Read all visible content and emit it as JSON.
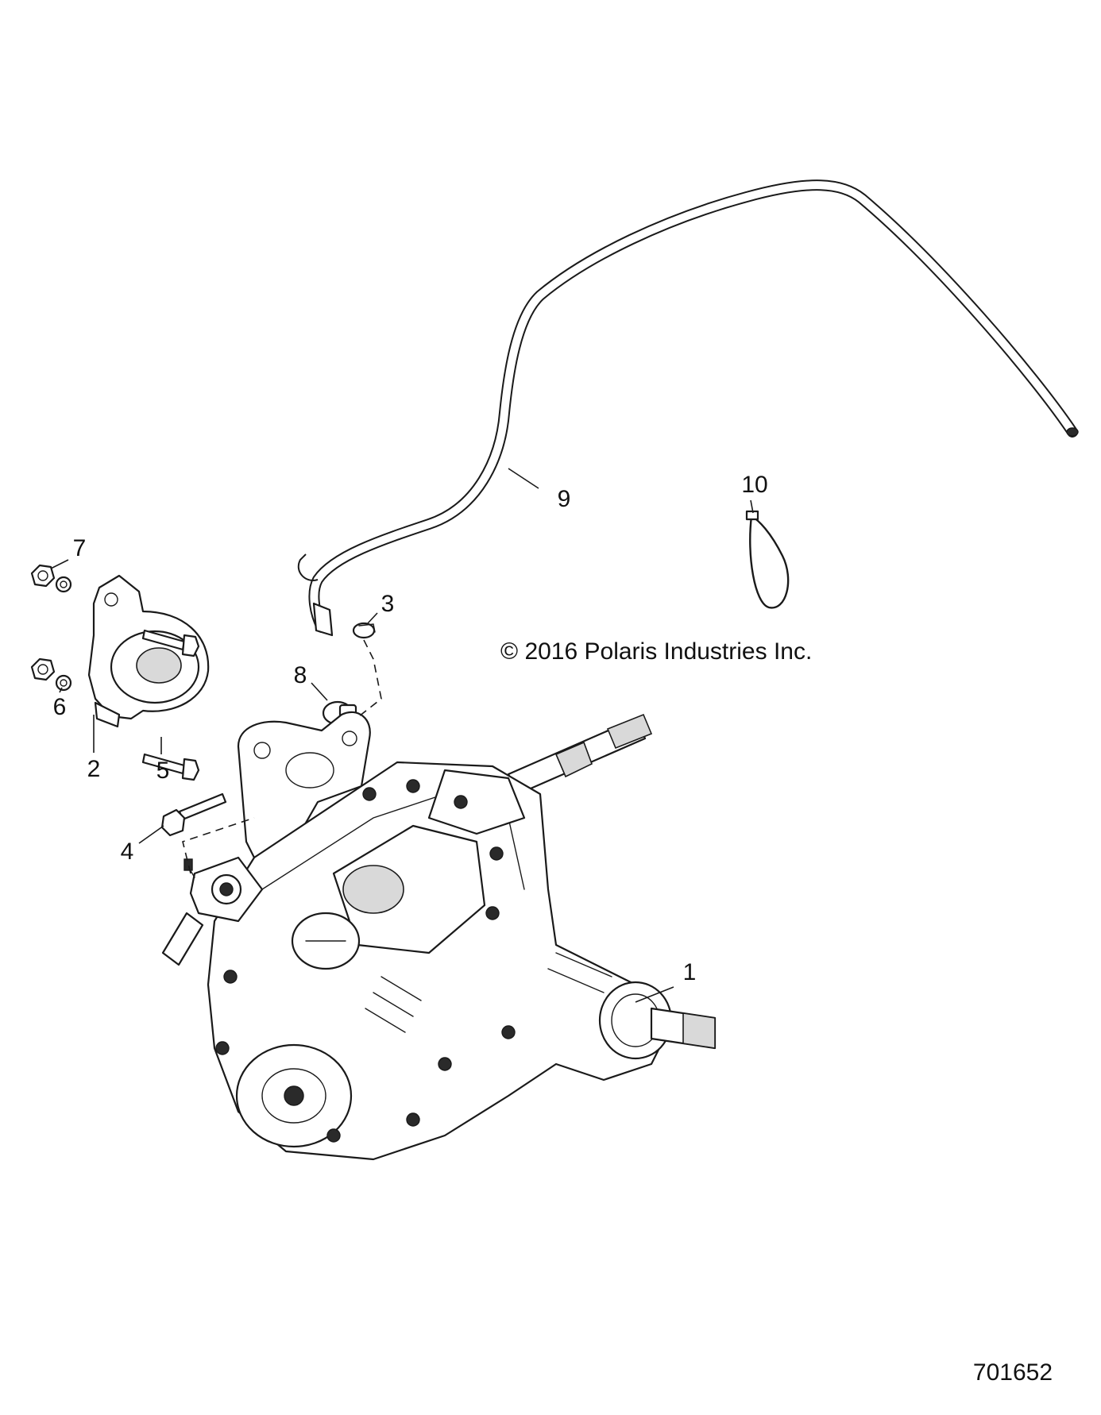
{
  "copyright": "© 2016 Polaris Industries Inc.",
  "drawing_number": "701652",
  "callouts": [
    {
      "id": "1",
      "label": "1"
    },
    {
      "id": "2",
      "label": "2"
    },
    {
      "id": "3",
      "label": "3"
    },
    {
      "id": "4",
      "label": "4"
    },
    {
      "id": "5",
      "label": "5"
    },
    {
      "id": "6",
      "label": "6"
    },
    {
      "id": "7",
      "label": "7"
    },
    {
      "id": "8",
      "label": "8"
    },
    {
      "id": "9",
      "label": "9"
    },
    {
      "id": "10",
      "label": "10"
    }
  ]
}
